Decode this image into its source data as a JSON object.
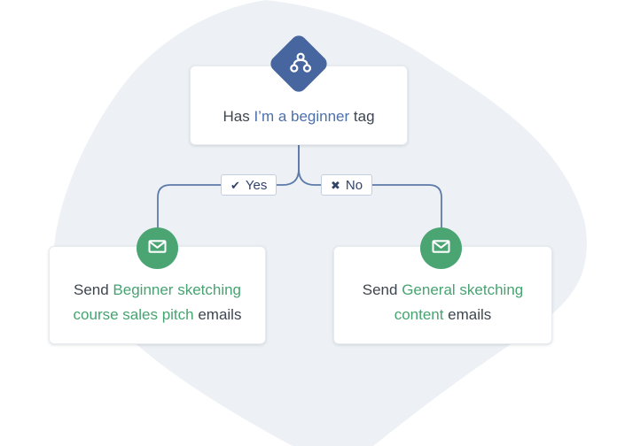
{
  "colors": {
    "blob": "#edf1f5",
    "card-bg": "#ffffff",
    "card-border": "#e7eaee",
    "diamond-blue": "#47659f",
    "tag-blue": "#4c70ab",
    "line-blue": "#5d7aa9",
    "badge-border": "#c3cfdf",
    "badge-text": "#32436a",
    "text-dark": "#3e454e",
    "green": "#4ba572",
    "green-text": "#47a371"
  },
  "condition_card": {
    "icon": "branch-icon",
    "prefix": "Has ",
    "tag": "I’m a beginner",
    "suffix": " tag"
  },
  "branches": {
    "yes": {
      "glyph": "✔",
      "label": "Yes",
      "icon": "check-icon"
    },
    "no": {
      "glyph": "✖",
      "label": "No",
      "icon": "x-icon"
    }
  },
  "outcomes": [
    {
      "icon": "envelope-icon",
      "prefix": "Send ",
      "highlight": "Beginner sketching course sales pitch",
      "suffix": " emails"
    },
    {
      "icon": "envelope-icon",
      "prefix": "Send ",
      "highlight": "General sketching content",
      "suffix": " emails"
    }
  ]
}
